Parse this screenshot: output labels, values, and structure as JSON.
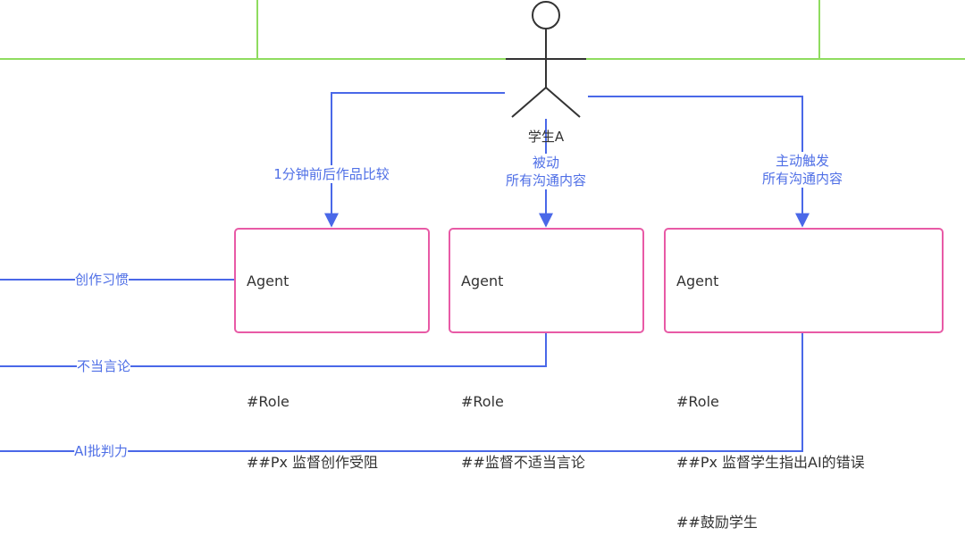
{
  "diagram": {
    "colors": {
      "edge": "#4a68e8",
      "edge_label": "#4f6fe6",
      "node_border": "#e85aa6",
      "frame": "#8fdc5f",
      "actor": "#333333"
    },
    "actor": {
      "label": "学生A",
      "icon": "stick-figure-icon"
    },
    "top_edges": [
      {
        "label_lines": [
          "1分钟前后作品比较"
        ],
        "target": "agent-1"
      },
      {
        "label_lines": [
          "被动",
          "所有沟通内容"
        ],
        "target": "agent-2"
      },
      {
        "label_lines": [
          "主动触发",
          "所有沟通内容"
        ],
        "target": "agent-3"
      }
    ],
    "agents": [
      {
        "id": "agent-1",
        "lines": [
          "Agent",
          "",
          "#Role",
          "##Px 监督创作受阻"
        ]
      },
      {
        "id": "agent-2",
        "lines": [
          "Agent",
          "",
          "#Role",
          "##监督不适当言论"
        ]
      },
      {
        "id": "agent-3",
        "lines": [
          "Agent",
          "",
          "#Role",
          "##Px 监督学生指出AI的错误",
          "##鼓励学生"
        ]
      }
    ],
    "output_edges": [
      {
        "label": "创作习惯",
        "source": "agent-1"
      },
      {
        "label": "不当言论",
        "source": "agent-2"
      },
      {
        "label": "AI批判力",
        "source": "agent-3"
      }
    ]
  }
}
